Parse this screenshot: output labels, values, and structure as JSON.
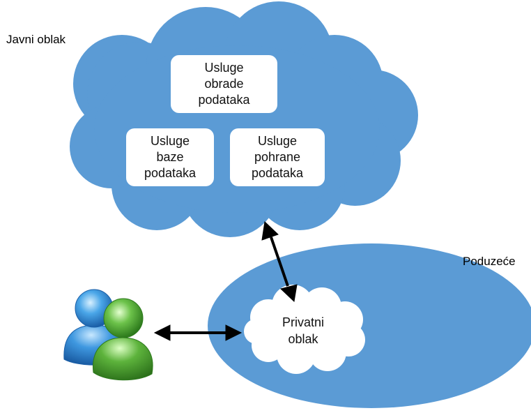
{
  "labels": {
    "public_cloud": "Javni  oblak",
    "enterprise": "Poduzeće"
  },
  "public_cloud_services": [
    {
      "lines": [
        "Usluge",
        "obrade",
        "podataka"
      ]
    },
    {
      "lines": [
        "Usluge",
        "baze",
        "podataka"
      ]
    },
    {
      "lines": [
        "Usluge",
        "pohrane",
        "podataka"
      ]
    }
  ],
  "private_cloud": {
    "lines": [
      "Privatni",
      "oblak"
    ]
  },
  "colors": {
    "cloud_fill": "#5b9bd5",
    "cloud_stroke": "#41719c",
    "ellipse_fill": "#5b9bd5",
    "arrow": "#000000",
    "user_blue": "#3b8fd6",
    "user_green": "#5aae3a"
  },
  "icons": [
    "users-icon"
  ]
}
